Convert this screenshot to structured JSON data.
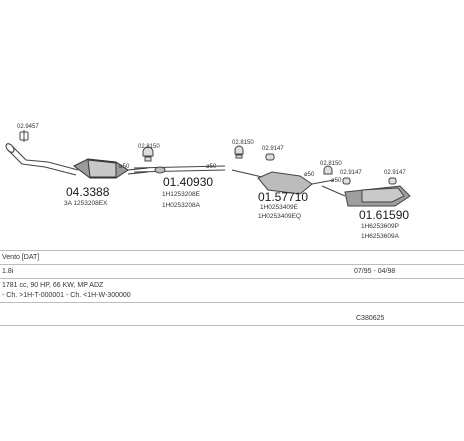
{
  "parts": [
    {
      "id": "clamp_top",
      "number": "02.9457",
      "oem": ""
    },
    {
      "id": "cat",
      "number": "04.3388",
      "oem": "3A 1253208EX"
    },
    {
      "id": "front_pipe",
      "number": "01.40930",
      "oem": "1H1253208E",
      "oem2": "1H0253208A"
    },
    {
      "id": "clamp1",
      "number": "02.8150",
      "oem": ""
    },
    {
      "id": "clamp2",
      "number": "02.8150",
      "oem": ""
    },
    {
      "id": "clamp3",
      "number": "02.9147",
      "oem": ""
    },
    {
      "id": "mid_box",
      "number": "01.57710",
      "oem": "1H0253409E",
      "oem2": "1H0253409EQ"
    },
    {
      "id": "clamp4",
      "number": "02.8150",
      "oem": ""
    },
    {
      "id": "clamp5",
      "number": "02.9147",
      "oem": ""
    },
    {
      "id": "clamp6",
      "number": "02.9147",
      "oem": ""
    },
    {
      "id": "rear_box",
      "number": "01.61590",
      "oem": "1H6253609P",
      "oem2": "1H6253609A"
    }
  ],
  "dims": [
    "ø50",
    "ø50",
    "ø50",
    "ø50"
  ],
  "info": {
    "model": "Vento [DAT]",
    "engine": "1.8i",
    "years": "07/95 - 04/98",
    "spec": "1781 cc, 90 HP, 66 KW, MP ADZ",
    "chassis": "- Ch. >1H-T-000001 - Ch. <1H-W-300000",
    "code": "C380625"
  }
}
